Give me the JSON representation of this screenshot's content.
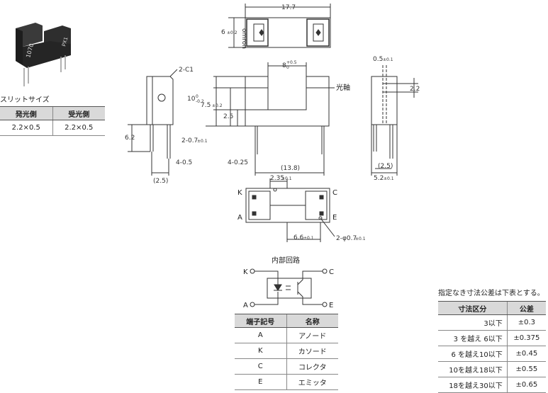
{
  "slit": {
    "title": "スリットサイズ",
    "headers": [
      "発光側",
      "受光側"
    ],
    "row": [
      "2.2×0.5",
      "2.2×0.5"
    ]
  },
  "product_labels": {
    "model": "1070",
    "code": "PX1"
  },
  "top_view": {
    "width": "17.7",
    "depth": "6",
    "depth_tol": "±0.2",
    "brand": "omron"
  },
  "front_view": {
    "gap": "8",
    "gap_tol_plus": "+0.5",
    "gap_tol_minus": "0",
    "optical_axis": "光軸",
    "chamfer": "2-C1",
    "h_main": "10",
    "h_tol_plus": "0",
    "h_tol_minus": "-0.2",
    "h_axis": "7.5",
    "h_axis_tol": "±0.2",
    "h_slot": "2.5",
    "lead_len": "6.2",
    "lead_width": "2-0.7",
    "lead_width_tol": "±0.1",
    "lead_pitch": "4-0.5",
    "lead_pitch2": "(2.5)",
    "lead_thick": "4-0.25",
    "span": "(13.8)"
  },
  "side_view": {
    "top_offset": "0.5",
    "top_offset_tol": "±0.1",
    "slit": "2.2",
    "pitch": "(2.5)",
    "width": "5.2",
    "width_tol": "±0.1"
  },
  "bottom_view": {
    "terminals": [
      "K",
      "A",
      "C",
      "E"
    ],
    "dim_a": "2.35",
    "dim_a_tol": "±0.1",
    "dim_b": "6.6",
    "dim_b_tol": "±0.1",
    "holes": "2-φ0.7",
    "holes_tol": "±0.1"
  },
  "circuit": {
    "title": "内部回路",
    "headers": [
      "端子記号",
      "名称"
    ],
    "rows": [
      [
        "A",
        "アノード"
      ],
      [
        "K",
        "カソード"
      ],
      [
        "C",
        "コレクタ"
      ],
      [
        "E",
        "エミッタ"
      ]
    ]
  },
  "tolerance": {
    "note": "指定なき寸法公差は下表とする。",
    "headers": [
      "寸法区分",
      "公差"
    ],
    "rows": [
      [
        "3以下",
        "±0.3"
      ],
      [
        "3 を越え 6以下",
        "±0.375"
      ],
      [
        "6 を越え10以下",
        "±0.45"
      ],
      [
        "10を越え18以下",
        "±0.55"
      ],
      [
        "18を越え30以下",
        "±0.65"
      ]
    ]
  }
}
